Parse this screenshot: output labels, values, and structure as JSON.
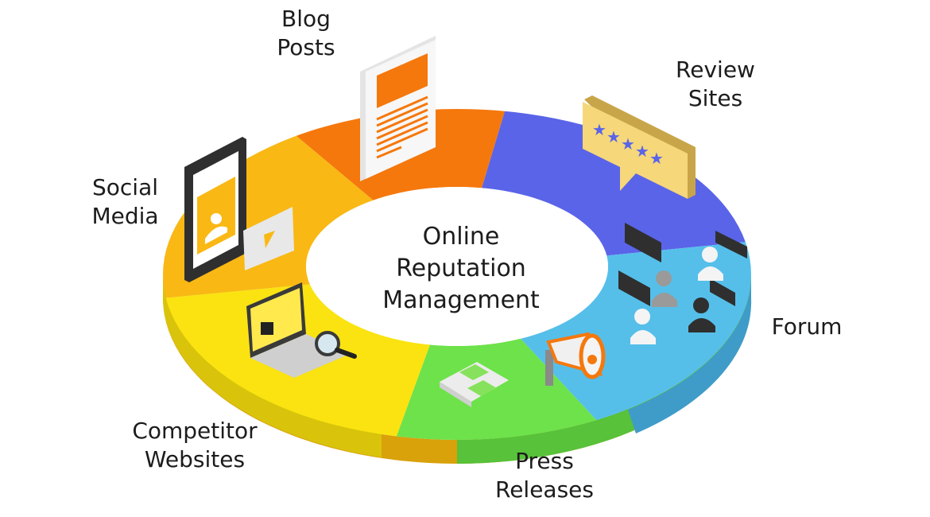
{
  "diagram": {
    "title_lines": [
      "Online",
      "Reputation",
      "Management"
    ],
    "segments": [
      {
        "id": "blog-posts",
        "lines": [
          "Blog",
          "Posts"
        ],
        "color": "#F5780D",
        "icon": "document-icon"
      },
      {
        "id": "review-sites",
        "lines": [
          "Review",
          "Sites"
        ],
        "color": "#5A64E8",
        "icon": "star-rating-bubble-icon"
      },
      {
        "id": "forum",
        "lines": [
          "Forum"
        ],
        "color": "#55BFEA",
        "icon": "chat-users-icon"
      },
      {
        "id": "press-releases",
        "lines": [
          "Press",
          "Releases"
        ],
        "color": "#6DE24A",
        "icon": "megaphone-newspaper-icon"
      },
      {
        "id": "competitor-websites",
        "lines": [
          "Competitor",
          "Websites"
        ],
        "color": "#FAE310",
        "icon": "laptop-magnifier-icon"
      },
      {
        "id": "social-media",
        "lines": [
          "Social",
          "Media"
        ],
        "color": "#F9B814",
        "icon": "smartphone-video-icon"
      }
    ]
  }
}
